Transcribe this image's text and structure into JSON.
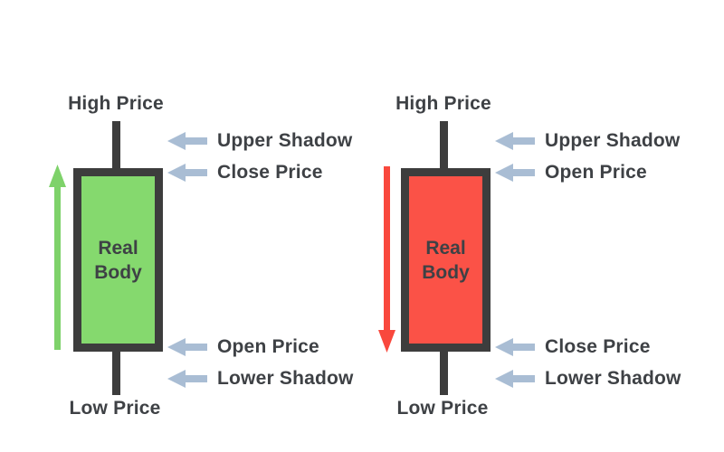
{
  "colors": {
    "bullish_body": "#85d96e",
    "bearish_body": "#fb5247",
    "candle_outline": "#3d3d3d",
    "annotation_arrow": "#a9bdd4",
    "text": "#3e4145",
    "up_arrow": "#7ed26a",
    "down_arrow": "#f9483d"
  },
  "candles": [
    {
      "name": "bullish-candle",
      "high_label": "High Price",
      "low_label": "Low Price",
      "body_label_line1": "Real",
      "body_label_line2": "Body",
      "trend_direction": "up",
      "annotations": [
        {
          "label": "Upper Shadow"
        },
        {
          "label": "Close Price"
        },
        {
          "label": "Open Price"
        },
        {
          "label": "Lower Shadow"
        }
      ]
    },
    {
      "name": "bearish-candle",
      "high_label": "High Price",
      "low_label": "Low Price",
      "body_label_line1": "Real",
      "body_label_line2": "Body",
      "trend_direction": "down",
      "annotations": [
        {
          "label": "Upper Shadow"
        },
        {
          "label": "Open Price"
        },
        {
          "label": "Close Price"
        },
        {
          "label": "Lower Shadow"
        }
      ]
    }
  ]
}
